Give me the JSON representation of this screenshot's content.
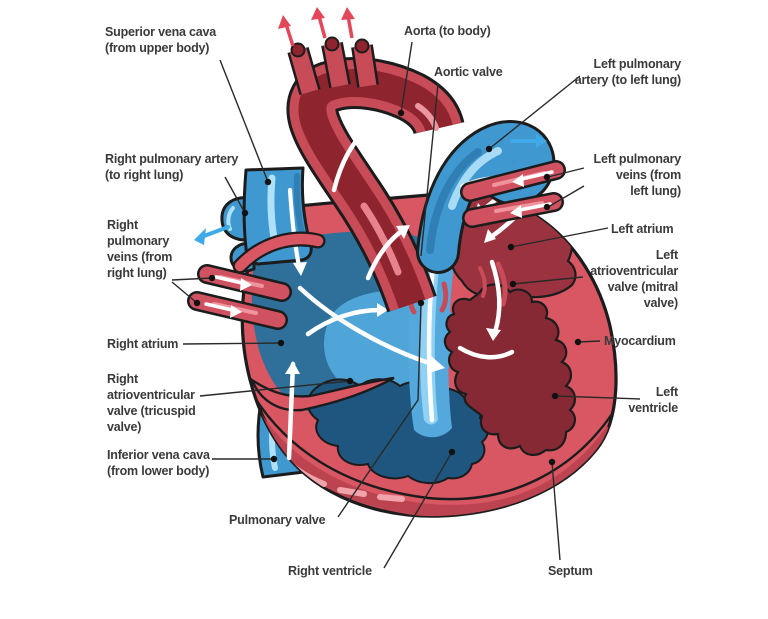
{
  "figure": {
    "type": "anatomical-diagram",
    "subject": "Cross-section of the human heart with blood-flow arrows",
    "labels": [
      {
        "id": "superior-vena-cava",
        "text": "Superior vena cava\n(from upper body)"
      },
      {
        "id": "aorta",
        "text": "Aorta (to body)"
      },
      {
        "id": "aortic-valve",
        "text": "Aortic valve"
      },
      {
        "id": "left-pulmonary-artery",
        "text": "Left pulmonary\nartery (to left lung)"
      },
      {
        "id": "left-pulmonary-veins",
        "text": "Left pulmonary\nveins (from\nleft lung)"
      },
      {
        "id": "right-pulmonary-artery",
        "text": "Right pulmonary artery\n(to right lung)"
      },
      {
        "id": "right-pulmonary-veins",
        "text": "Right\npulmonary\nveins (from\nright lung)"
      },
      {
        "id": "left-atrium",
        "text": "Left atrium"
      },
      {
        "id": "left-av-valve",
        "text": "Left\natrioventricular\nvalve (mitral\nvalve)"
      },
      {
        "id": "myocardium",
        "text": "Myocardium"
      },
      {
        "id": "right-atrium",
        "text": "Right atrium"
      },
      {
        "id": "left-ventricle",
        "text": "Left\nventricle"
      },
      {
        "id": "right-av-valve",
        "text": "Right\natrioventricular\nvalve (tricuspid\nvalve)"
      },
      {
        "id": "inferior-vena-cava",
        "text": "Inferior vena cava\n(from lower body)"
      },
      {
        "id": "pulmonary-valve",
        "text": "Pulmonary valve"
      },
      {
        "id": "right-ventricle",
        "text": "Right ventricle"
      },
      {
        "id": "septum",
        "text": "Septum"
      }
    ],
    "colors": {
      "oxygenated_red": "#D95663",
      "aorta_rim_red": "#C84B58",
      "aorta_interior_maroon": "#8E252E",
      "left_atrium_maroon": "#9A3240",
      "left_ventricle_maroon": "#872934",
      "deoxygenated_blue": "#3F98D0",
      "right_atrium_blue": "#2E7099",
      "right_ventricle_navy": "#1E567F",
      "outflow_light_blue": "#54A8DC",
      "flow_arrow_white": "#FFFFFF",
      "external_red_arrow": "#E2485A",
      "external_blue_arrow": "#3FA9E9",
      "label_text": "#3A3A3A",
      "background": "#FFFFFF"
    }
  }
}
